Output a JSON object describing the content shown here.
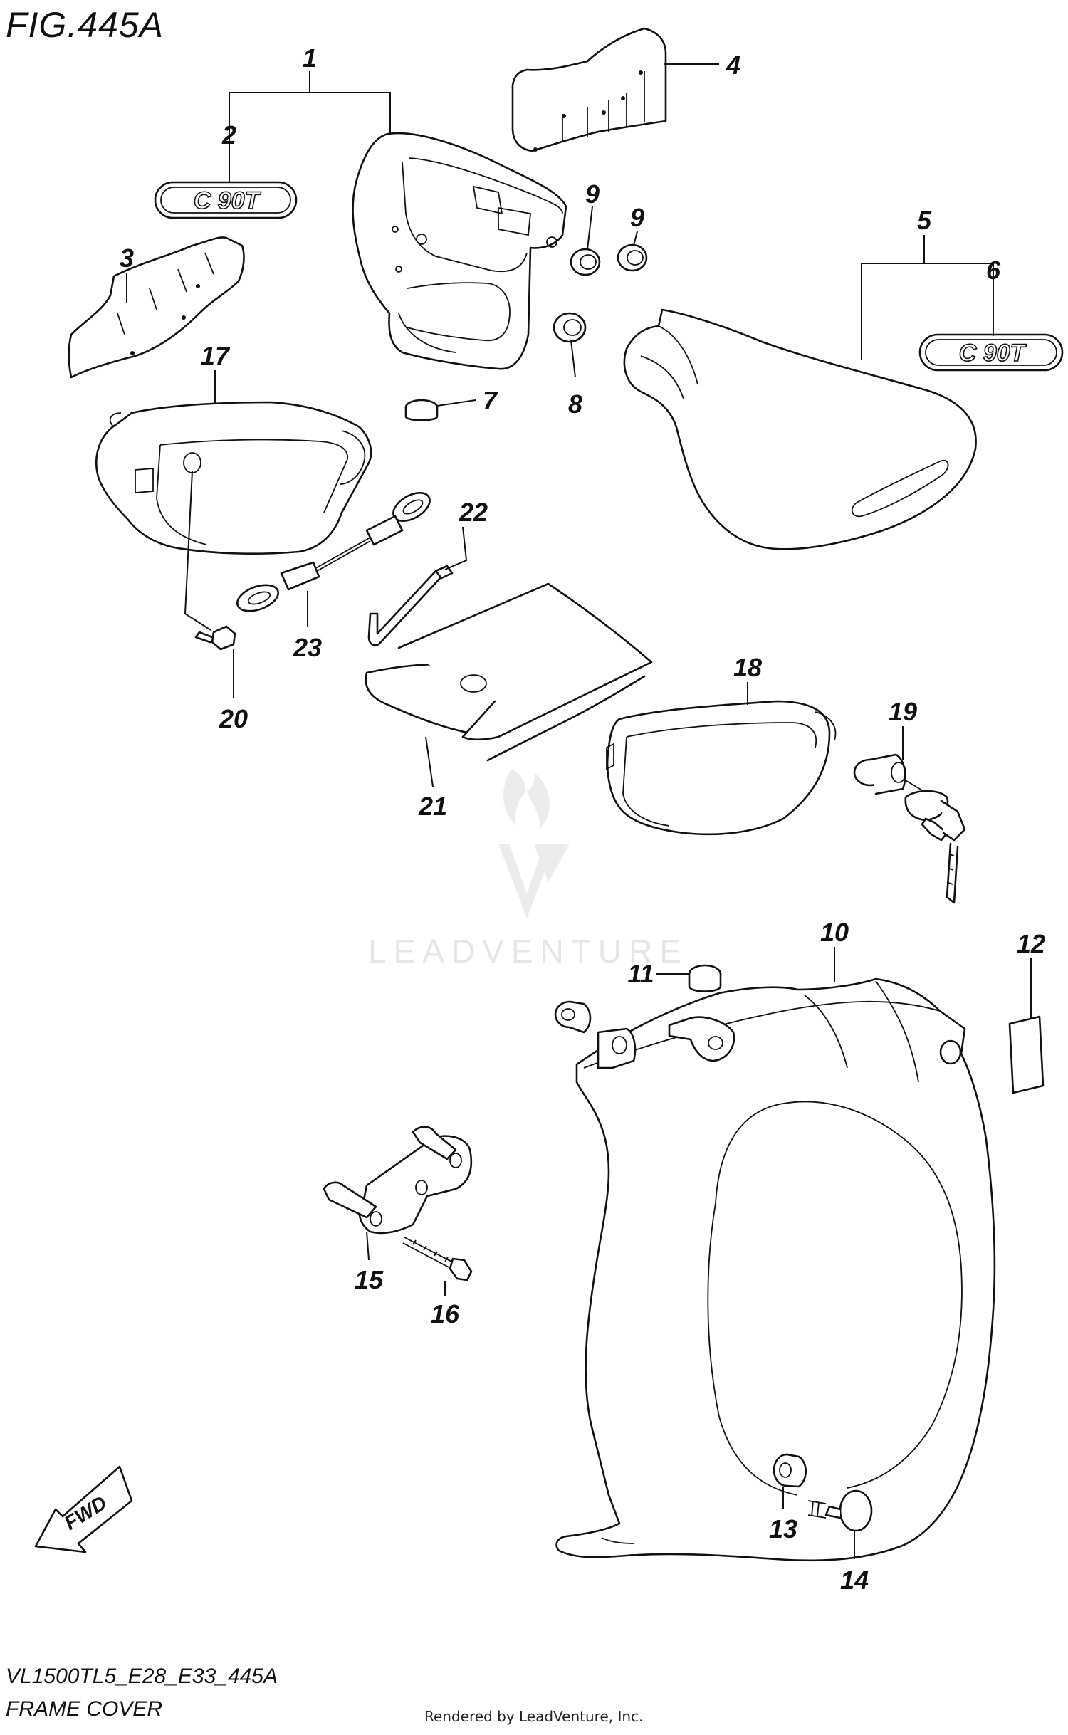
{
  "figure": {
    "title": "FIG.445A",
    "model_code": "VL1500TL5_E28_E33_445A",
    "section_name": "FRAME COVER",
    "rendered_by": "Rendered by LeadVenture, Inc.",
    "watermark": "LEADVENTURE",
    "badge_text": "C 90T",
    "fwd_label": "FWD"
  },
  "callouts": {
    "c1": "1",
    "c2": "2",
    "c3": "3",
    "c4": "4",
    "c5": "5",
    "c6": "6",
    "c7": "7",
    "c8": "8",
    "c9a": "9",
    "c9b": "9",
    "c10": "10",
    "c11": "11",
    "c12": "12",
    "c13": "13",
    "c14": "14",
    "c15": "15",
    "c16": "16",
    "c17": "17",
    "c18": "18",
    "c19": "19",
    "c20": "20",
    "c21": "21",
    "c22": "22",
    "c23": "23"
  }
}
